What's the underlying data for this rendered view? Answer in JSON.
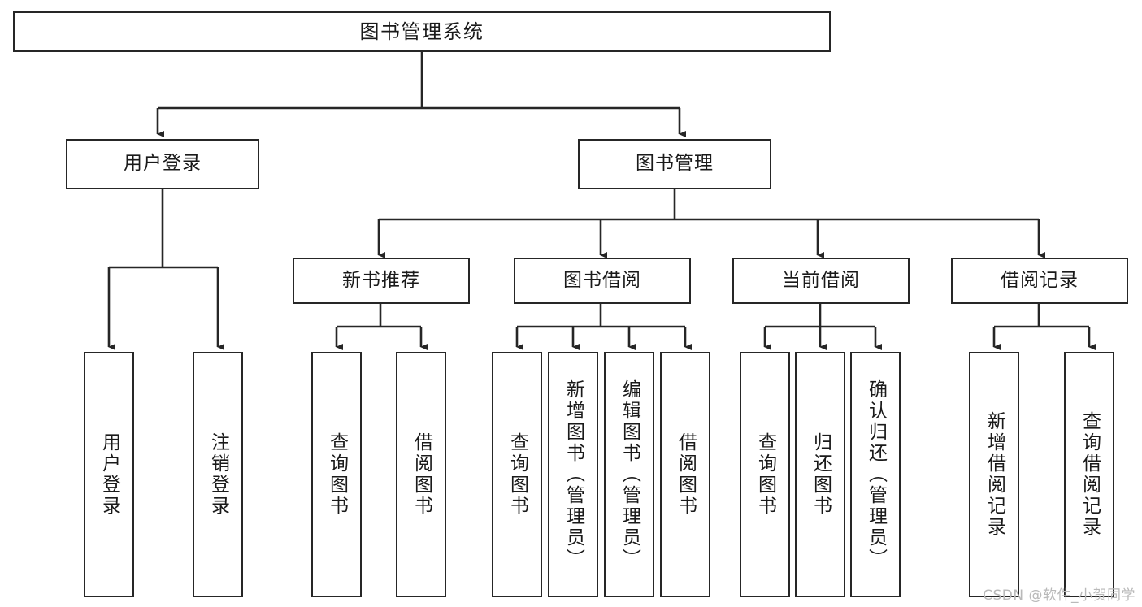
{
  "diagram": {
    "title": "图书管理系统",
    "watermark": "CSDN @软件_小贺同学",
    "colors": {
      "stroke": "#262626",
      "fill": "#ffffff",
      "text": "#1a1a1a",
      "watermark": "#b9b9b9"
    },
    "root": {
      "label": "图书管理系统"
    },
    "level2": [
      {
        "label": "用户登录"
      },
      {
        "label": "图书管理"
      }
    ],
    "level3": [
      {
        "label": "新书推荐"
      },
      {
        "label": "图书借阅"
      },
      {
        "label": "当前借阅"
      },
      {
        "label": "借阅记录"
      }
    ],
    "leaves": {
      "user_login": [
        {
          "label": "用户登录"
        },
        {
          "label": "注销登录"
        }
      ],
      "new_book": [
        {
          "label": "查询图书"
        },
        {
          "label": "借阅图书"
        }
      ],
      "borrow_book": [
        {
          "label": "查询图书"
        },
        {
          "label": "新增图书（管理员）"
        },
        {
          "label": "编辑图书（管理员）"
        },
        {
          "label": "借阅图书"
        }
      ],
      "current_borrow": [
        {
          "label": "查询图书"
        },
        {
          "label": "归还图书"
        },
        {
          "label": "确认归还（管理员）"
        }
      ],
      "borrow_record": [
        {
          "label": "新增借阅记录"
        },
        {
          "label": "查询借阅记录"
        }
      ]
    }
  }
}
